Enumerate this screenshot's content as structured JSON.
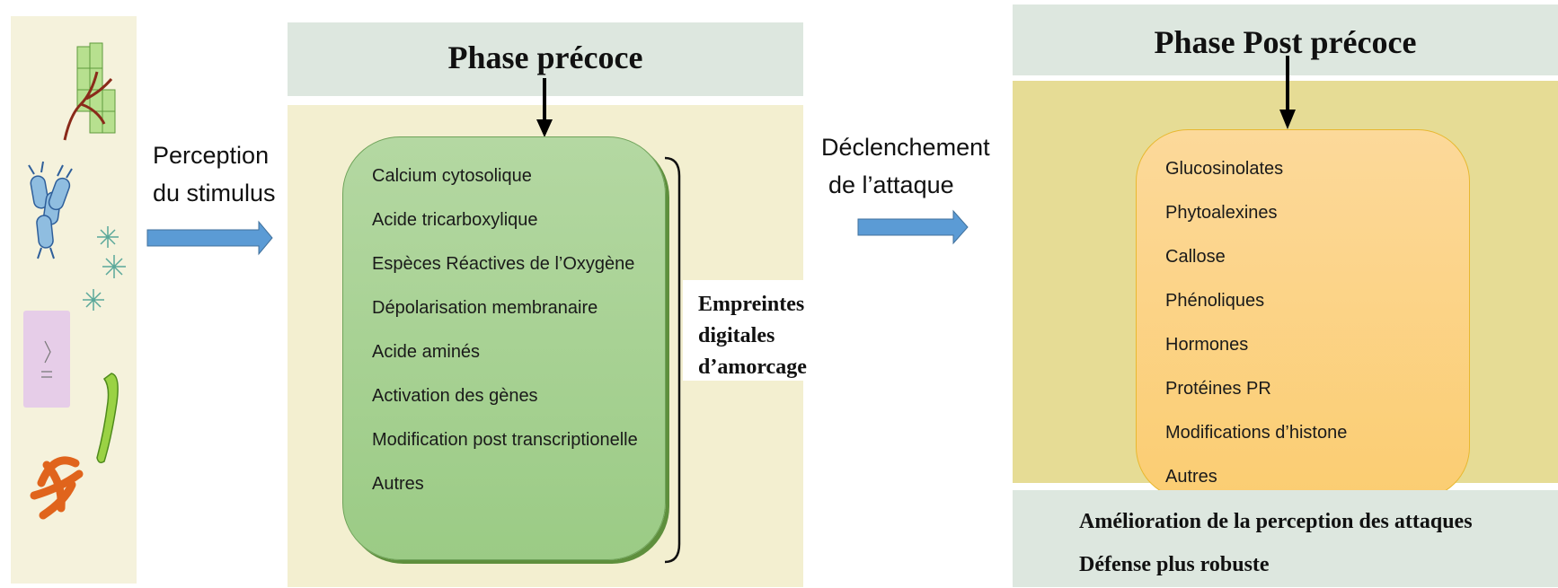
{
  "left_arrow_label": [
    "Perception",
    "du stimulus"
  ],
  "early_phase": {
    "title": "Phase précoce",
    "items": [
      "Calcium cytosolique",
      "Acide tricarboxylique",
      "Espèces Réactives de l’Oxygène",
      "Dépolarisation membranaire",
      "Acide aminés",
      "Activation des gènes",
      "Modification post transcriptionelle",
      "Autres"
    ],
    "bracket_label": [
      "Empreintes",
      "digitales",
      "d’amorcage"
    ]
  },
  "middle_arrow_label": [
    "Déclenchement",
    "de l’attaque"
  ],
  "post_phase": {
    "title": "Phase Post précoce",
    "items": [
      "Glucosinolates",
      "Phytoalexines",
      "Callose",
      "Phénoliques",
      "Hormones",
      "Protéines PR",
      "Modifications d’histone",
      "Autres"
    ],
    "outcomes": [
      "Amélioration de la perception des attaques",
      "Défense plus robuste"
    ]
  },
  "colors": {
    "arrow": "#5b9bd5",
    "early_box": "#a8d296",
    "post_box": "#fcd488",
    "early_panel": "#f3efd0",
    "post_panel": "#e6dc95",
    "header_panel": "#dde7df"
  }
}
